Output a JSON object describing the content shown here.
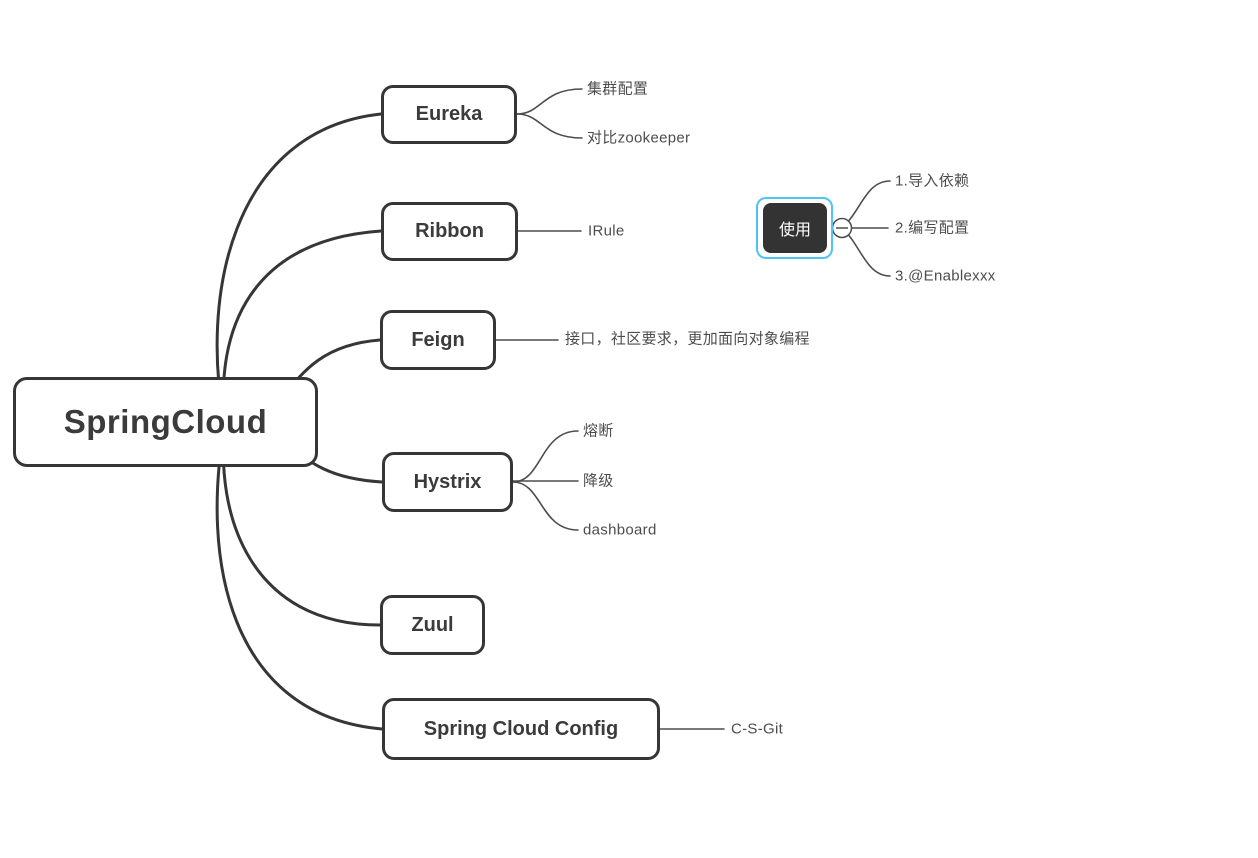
{
  "colors": {
    "branch-line": "#363636",
    "sub-line": "#4d4d4d",
    "topic-border": "#363636",
    "topic-text": "#3b3b3b",
    "sub-text": "#4d4d4d",
    "selection": "#4fc3f7",
    "floating-bg": "#333333",
    "floating-text": "#ffffff",
    "canvas-bg": "#ffffff"
  },
  "root": {
    "label": "SpringCloud"
  },
  "topics": [
    {
      "label": "Eureka",
      "children": [
        "集群配置",
        "对比zookeeper"
      ]
    },
    {
      "label": "Ribbon",
      "children": [
        "IRule"
      ]
    },
    {
      "label": "Feign",
      "children": [
        "接口，社区要求，更加面向对象编程"
      ]
    },
    {
      "label": "Hystrix",
      "children": [
        "熔断",
        "降级",
        "dashboard"
      ]
    },
    {
      "label": "Zuul",
      "children": []
    },
    {
      "label": "Spring Cloud Config",
      "children": [
        "C-S-Git"
      ]
    }
  ],
  "floating": {
    "label": "使用",
    "selected": true,
    "collapse_icon": "minus",
    "children": [
      "1.导入依赖",
      "2.编写配置",
      "3.@Enablexxx"
    ]
  }
}
